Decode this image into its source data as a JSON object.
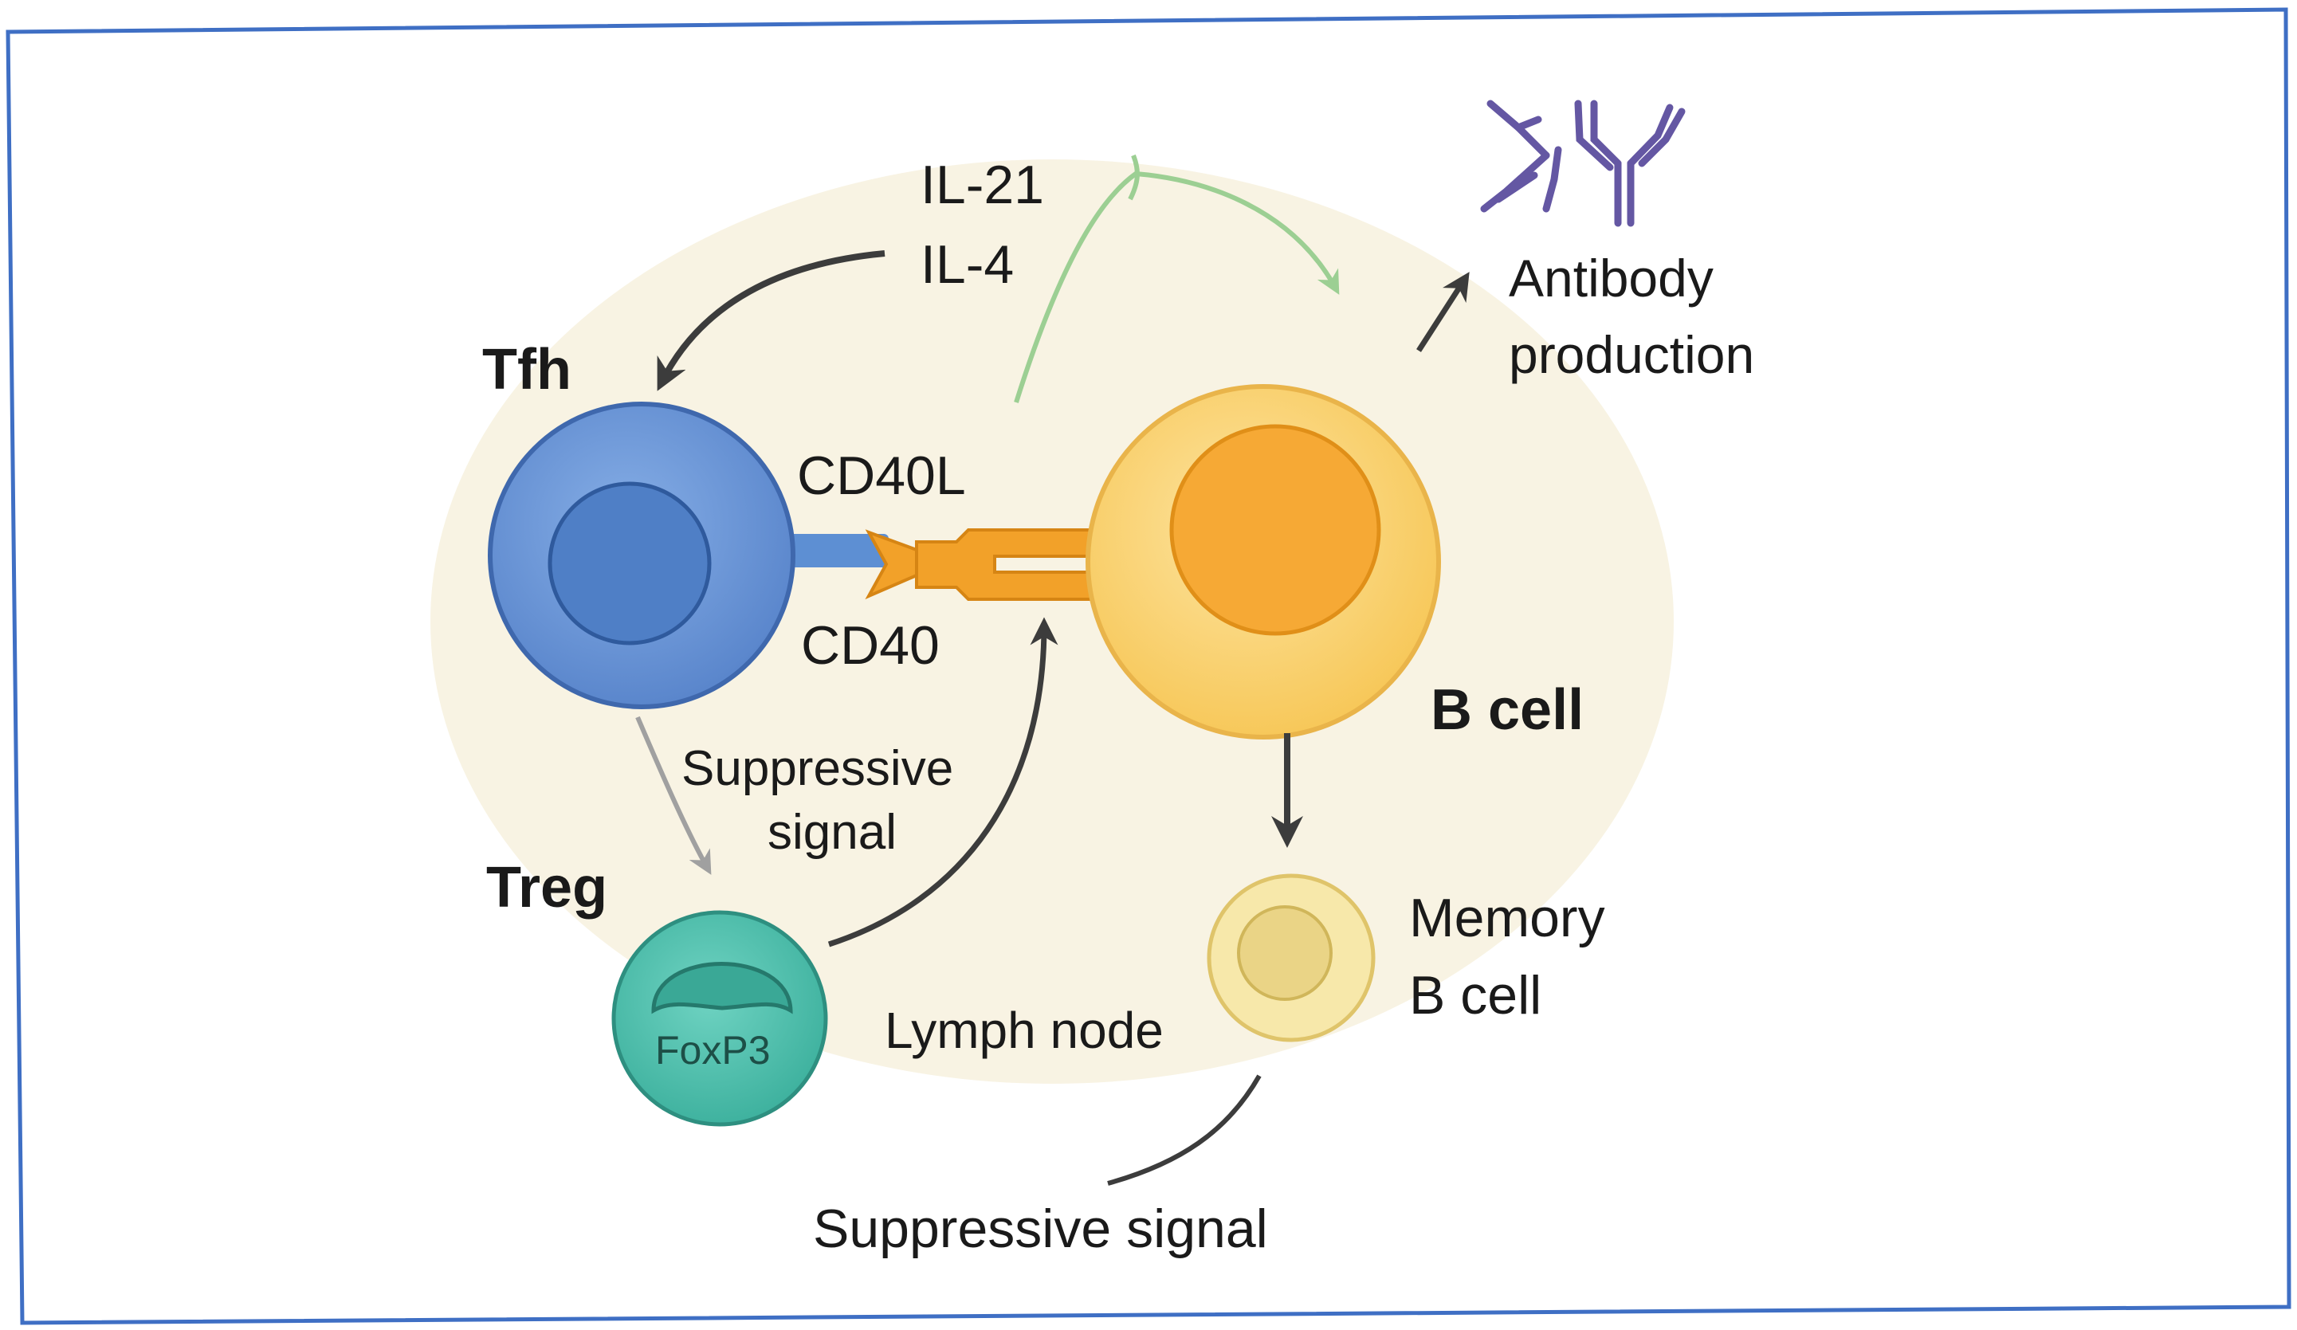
{
  "labels": {
    "cytokine_1": "IL-21",
    "cytokine_2": "IL-4",
    "tfh": "Tfh",
    "cd40l": "CD40L",
    "cd40": "CD40",
    "b_cell": "B cell",
    "antibody_line1": "Antibody",
    "antibody_line2": "production",
    "suppressive_signal_line1": "Suppressive",
    "suppressive_signal_line2": "signal",
    "treg": "Treg",
    "foxp3": "FoxP3",
    "lymph_node": "Lymph node",
    "memory_line1": "Memory",
    "memory_line2": "B cell",
    "suppressive_signal_bottom": "Suppressive signal"
  },
  "colors": {
    "frame_border": "#3f6fc4",
    "lymph_node_fill": "#f8f3e3",
    "tfh_outer": "#6d98d8",
    "tfh_inner": "#4f7fc6",
    "b_cell_outer": "#fbd77d",
    "b_cell_inner": "#f6a935",
    "cd40_orange": "#f2a129",
    "treg_outer": "#56c4b3",
    "treg_inner": "#3aa896",
    "memory_outer": "#f5e3a2",
    "memory_inner": "#ead486",
    "antibody": "#6457a3",
    "green_arrow": "#9ccf93",
    "dark_arrow": "#3c3c3c",
    "grey_arrow": "#a0a0a0"
  }
}
